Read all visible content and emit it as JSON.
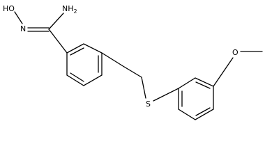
{
  "labels": {
    "hydroxy": "HO",
    "imine_n": "N",
    "amine_n": "NH",
    "amine_sub": "2",
    "sulfur": "S",
    "methoxy_o": "O"
  },
  "colors": {
    "line": "#000000",
    "background": "#ffffff"
  }
}
